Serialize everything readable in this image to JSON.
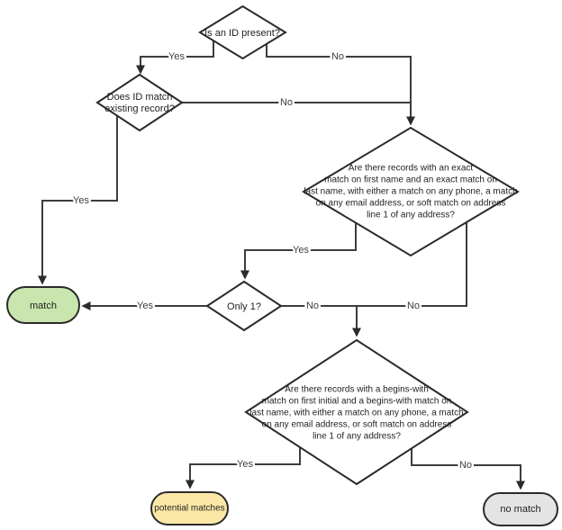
{
  "diagram": {
    "title": "record matching flowchart",
    "colors": {
      "background": "#ffffff",
      "line": "#3d3d3d",
      "border": "#2b2b2b",
      "text": "#1f1f1f",
      "decision_fill": "#ffffff",
      "match_green": "#c8e6ad",
      "potential_yellow": "#fbe8a6",
      "no_match_gray": "#e4e4e4"
    },
    "nodes": {
      "is_id_present": {
        "shape": "decision",
        "lines": [
          "Is an ID present?"
        ]
      },
      "does_id_match": {
        "shape": "decision",
        "lines": [
          "Does ID match",
          "existing record?"
        ]
      },
      "exact_match_question": {
        "shape": "decision",
        "lines": [
          "Are there records with an exact",
          "match on first name and an exact match on",
          "last name, with either a match on any phone, a match",
          "on any email address, or soft match on address",
          "line 1 of any address?"
        ]
      },
      "only_one": {
        "shape": "decision",
        "lines": [
          "Only 1?"
        ]
      },
      "begins_with_question": {
        "shape": "decision",
        "lines": [
          "Are there records with a begins-with",
          "match on first initial and a begins-with match on",
          "last name, with either a match on any phone, a match",
          "on any email address, or soft match on address",
          "line 1 of any address?"
        ]
      },
      "match": {
        "shape": "terminator",
        "label": "match",
        "fill": "#c8e6ad"
      },
      "potential_matches": {
        "shape": "terminator",
        "label": "potential matches",
        "fill": "#fbe8a6"
      },
      "no_match": {
        "shape": "terminator",
        "label": "no match",
        "fill": "#e4e4e4"
      }
    },
    "edges": [
      {
        "from": "is_id_present",
        "to": "does_id_match",
        "label": "Yes"
      },
      {
        "from": "is_id_present",
        "to": "exact_match_question",
        "label": "No"
      },
      {
        "from": "does_id_match",
        "to": "exact_match_question",
        "label": "No"
      },
      {
        "from": "does_id_match",
        "to": "match",
        "label": "Yes"
      },
      {
        "from": "exact_match_question",
        "to": "only_one",
        "label": "Yes"
      },
      {
        "from": "only_one",
        "to": "match",
        "label": "Yes"
      },
      {
        "from": "only_one",
        "to": "begins_with_question",
        "label": "No"
      },
      {
        "from": "exact_match_question",
        "to": "begins_with_question",
        "label": "No"
      },
      {
        "from": "begins_with_question",
        "to": "potential_matches",
        "label": "Yes"
      },
      {
        "from": "begins_with_question",
        "to": "no_match",
        "label": "No"
      }
    ]
  }
}
